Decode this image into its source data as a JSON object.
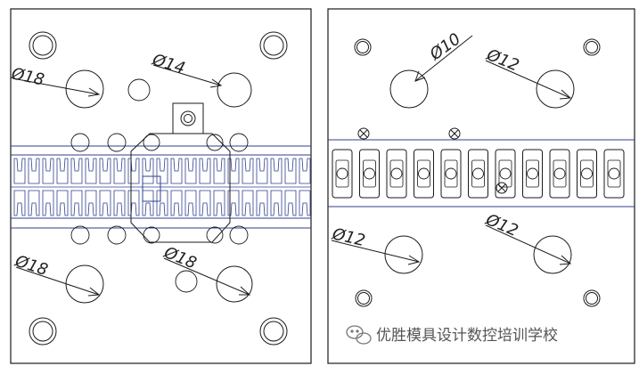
{
  "left_plate": {
    "dimensions": [
      "Ø18",
      "Ø14",
      "Ø18",
      "Ø18"
    ]
  },
  "right_plate": {
    "dimensions": [
      "Ø10",
      "Ø12",
      "Ø12",
      "Ø12"
    ]
  },
  "watermark": {
    "text": "优胜模具设计数控培训学校",
    "icon": "wechat-icon"
  },
  "colors": {
    "outline": "#1a1a1a",
    "strip": "#2f3f8f",
    "paper": "#ffffff"
  }
}
